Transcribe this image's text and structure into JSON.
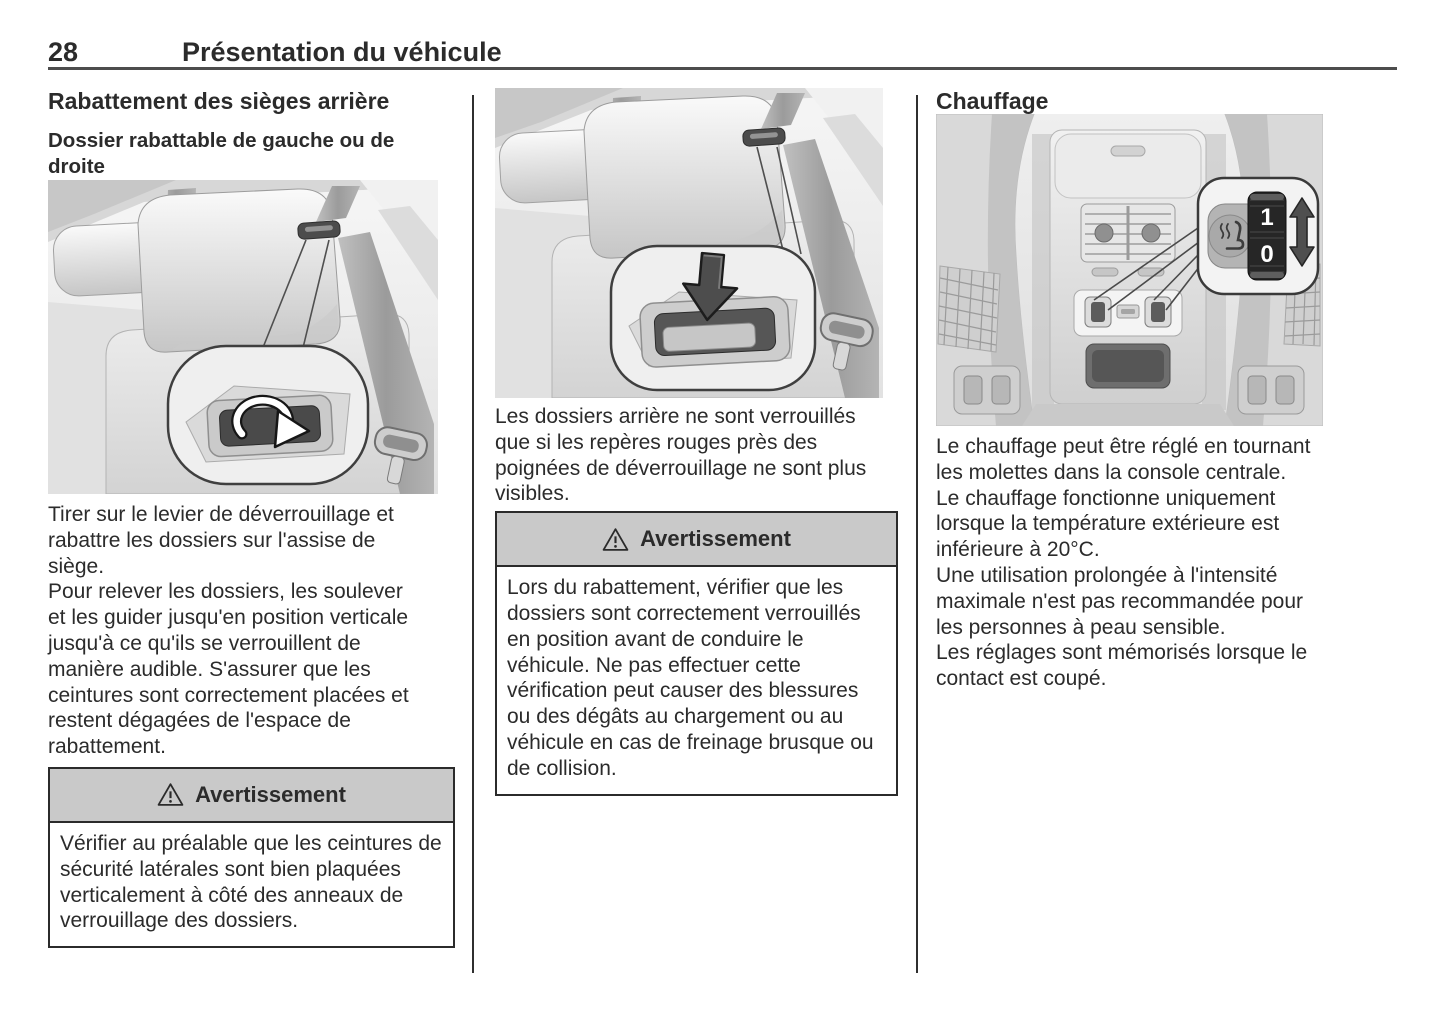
{
  "page": {
    "number": "28",
    "title": "Présentation du véhicule"
  },
  "columns": {
    "left": {
      "heading": "Rabattement des sièges arrière",
      "subheading": "Dossier rabattable de gauche ou de droite",
      "paragraphs": [
        "Tirer sur le levier de déverrouillage et rabattre les dossiers sur l'assise de siège.",
        "Pour relever les dossiers, les soulever et les guider jusqu'en position verticale jusqu'à ce qu'ils se verrouillent de manière audible. S'assurer que les ceintures sont correctement placées et restent dégagées de l'espace de rabattement."
      ],
      "warning": {
        "title": "Avertissement",
        "body": "Vérifier au préalable que les ceintures de sécurité latérales sont bien plaquées verticalement à côté des anneaux de verrouillage des dossiers."
      }
    },
    "middle": {
      "paragraph": "Les dossiers arrière ne sont verrouillés que si les repères rouges près des poignées de déverrouillage ne sont plus visibles.",
      "warning": {
        "title": "Avertissement",
        "body": "Lors du rabattement, vérifier que les dossiers sont correctement verrouillés en position avant de conduire le véhicule. Ne pas effectuer cette vérification peut causer des blessures ou des dégâts au chargement ou au véhicule en cas de freinage brusque ou de collision."
      }
    },
    "right": {
      "heading": "Chauffage",
      "paragraphs": [
        "Le chauffage peut être réglé en tournant les molettes dans la console centrale.",
        "Le chauffage fonctionne uniquement lorsque la température extérieure est inférieure à 20°C.",
        "Une utilisation prolongée à l'intensité maximale n'est pas recommandée pour les personnes à peau sensible.",
        "Les réglages sont mémorisés lorsque le contact est coupé."
      ],
      "illustration": {
        "wheel_on": "1",
        "wheel_off": "0"
      }
    }
  },
  "colors": {
    "text": "#2b2b2b",
    "warning_header_bg": "#c9c9c9",
    "divider": "#2f2f2f",
    "header_rule": "#4d4d4d"
  }
}
